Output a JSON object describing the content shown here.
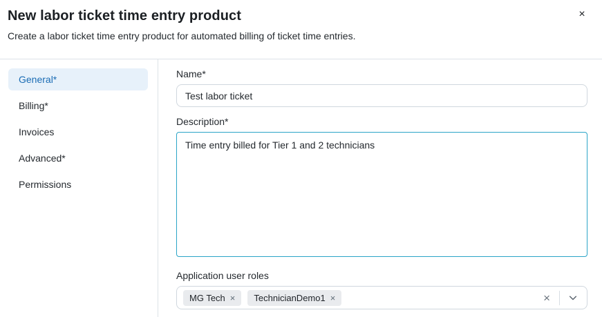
{
  "dialog": {
    "title": "New labor ticket time entry product",
    "subtitle": "Create a labor ticket time entry product for automated billing of ticket time entries.",
    "close_icon": "×"
  },
  "sidebar": {
    "items": [
      {
        "label": "General*",
        "active": true
      },
      {
        "label": "Billing*",
        "active": false
      },
      {
        "label": "Invoices",
        "active": false
      },
      {
        "label": "Advanced*",
        "active": false
      },
      {
        "label": "Permissions",
        "active": false
      }
    ]
  },
  "form": {
    "name": {
      "label": "Name*",
      "value": "Test labor ticket"
    },
    "description": {
      "label": "Description*",
      "value": "Time entry billed for Tier 1 and 2 technicians"
    },
    "roles": {
      "label": "Application user roles",
      "tags": [
        {
          "label": "MG Tech"
        },
        {
          "label": "TechnicianDemo1"
        }
      ],
      "remove_icon": "×",
      "clear_icon": "×"
    }
  },
  "colors": {
    "active_tab_bg": "#e7f1fa",
    "active_tab_text": "#1a6cb4",
    "focus_border": "#2aa4c7",
    "input_border": "#d0d7de",
    "tag_bg": "#e9ebee"
  }
}
